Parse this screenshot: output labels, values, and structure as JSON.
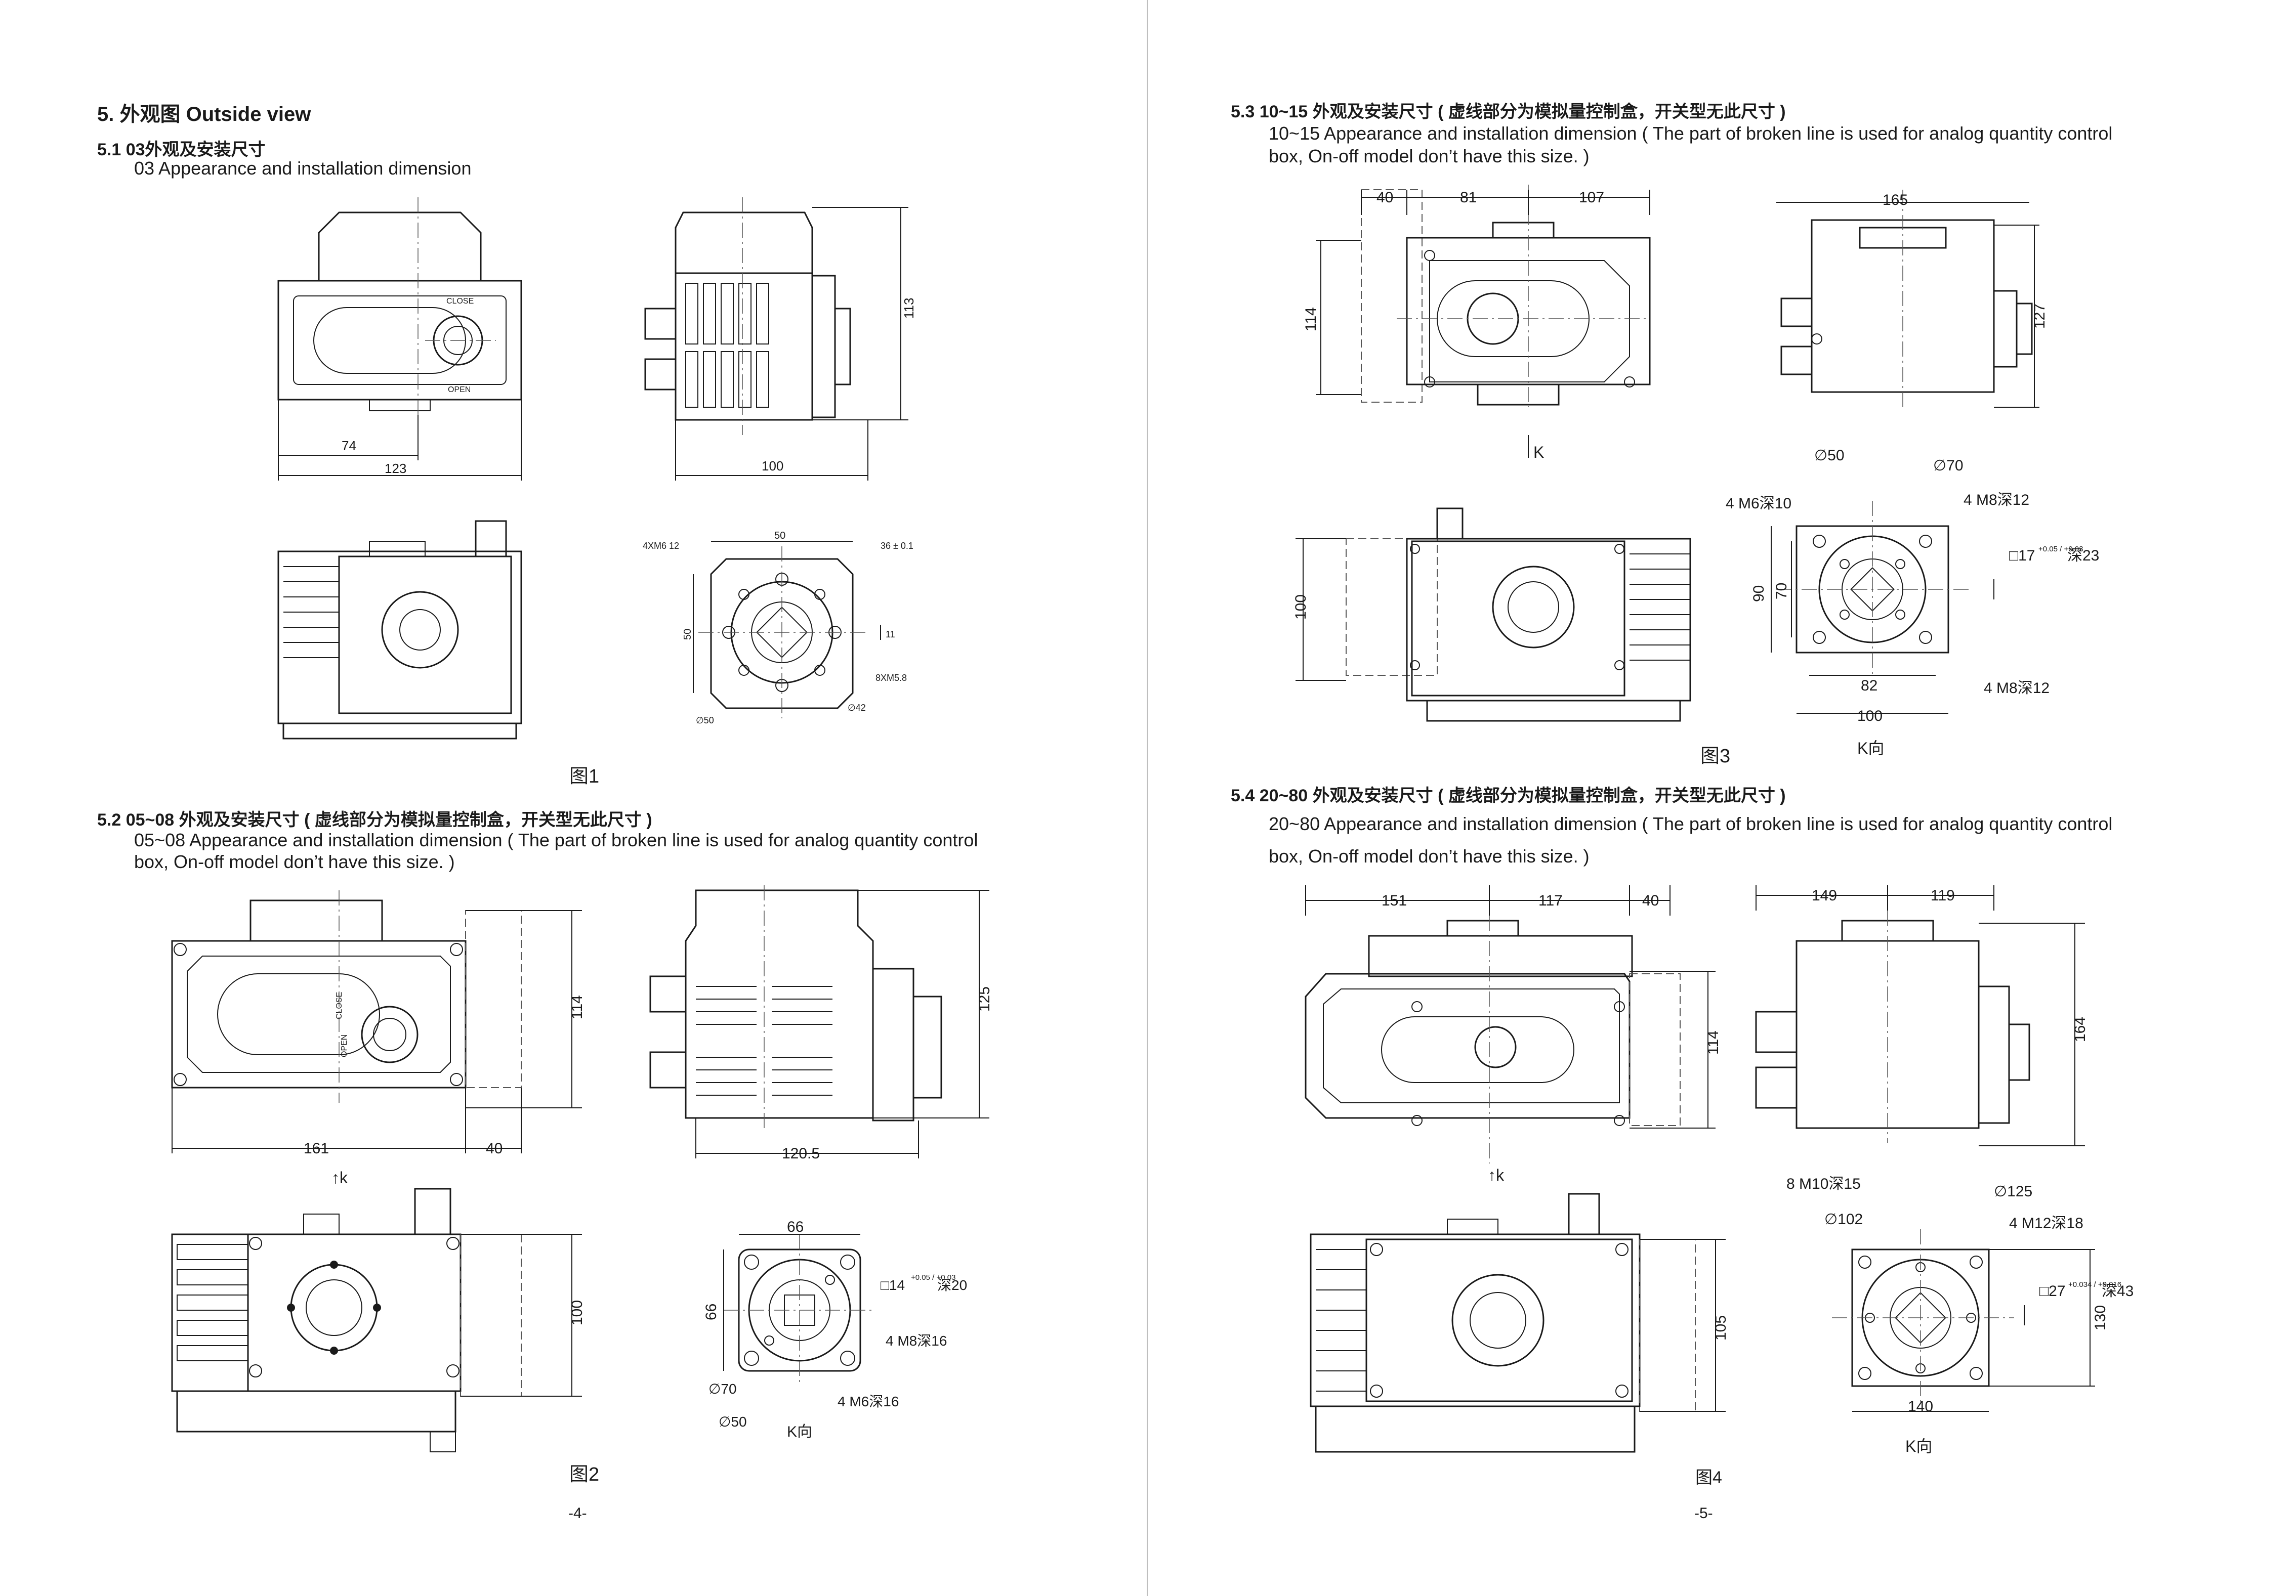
{
  "left_page": {
    "section_title": "5. 外观图 Outside view",
    "s51": {
      "heading": "5.1  03外观及安装尺寸",
      "sub": "03 Appearance and installation dimension",
      "dims": {
        "d74": "74",
        "d123": "123",
        "d100": "100",
        "d113": "113",
        "d50a": "50",
        "d50b": "50",
        "d36": "36 ± 0.1",
        "d4xm6": "4XM6 12",
        "d11": "11",
        "d8xm5": "8XM5.8",
        "d42": "∅42",
        "d50c": "∅50"
      },
      "labels": {
        "close": "CLOSE",
        "open": "OPEN"
      },
      "caption": "图1"
    },
    "s52": {
      "heading": "5.2  05~08 外观及安装尺寸 ( 虚线部分为模拟量控制盒，开关型无此尺寸 )",
      "sub1": "05~08 Appearance and installation dimension ( The part of broken line is used for analog quantity control",
      "sub2": "box, On-off model don’t have this size. )",
      "dims": {
        "d161": "161",
        "d40": "40",
        "d114": "114",
        "d125": "125",
        "d1205": "120.5",
        "d100": "100",
        "d66a": "66",
        "d66b": "66",
        "d14": "□14",
        "d14tol": "+0.05 / +0.03",
        "d14depth": "深20",
        "m8": "4 M8深16",
        "m6": "4 M6深16",
        "p70": "∅70",
        "p50": "∅50",
        "k": "k",
        "kdir": "K向"
      },
      "labels": {
        "close": "CLOSE",
        "open": "OPEN"
      },
      "caption": "图2"
    },
    "page_number": "-4-"
  },
  "right_page": {
    "s53": {
      "heading": "5.3  10~15 外观及安装尺寸 ( 虚线部分为模拟量控制盒，开关型无此尺寸 )",
      "sub1": "10~15 Appearance and installation dimension ( The part of broken line is used for analog quantity control",
      "sub2": "box, On-off model don’t have this size. )",
      "dims": {
        "d40": "40",
        "d81": "81",
        "d107": "107",
        "d114": "114",
        "d165": "165",
        "d127": "127",
        "d100": "100",
        "k": "K",
        "p50": "∅50",
        "p70": "∅70",
        "m6": "4 M6深10",
        "m8a": "4 M8深12",
        "m8b": "4 M8深12",
        "d17": "□17",
        "d17tol": "+0.05 / +0.03",
        "d17depth": "深23",
        "d90": "90",
        "d70": "70",
        "d82": "82",
        "d100b": "100",
        "kdir": "K向"
      },
      "caption": "图3"
    },
    "s54": {
      "heading": "5.4  20~80 外观及安装尺寸 ( 虚线部分为模拟量控制盒，开关型无此尺寸 )",
      "sub1": "20~80 Appearance and installation dimension ( The part of broken line is used for analog quantity control",
      "sub2": "box, On-off model don’t have this size. )",
      "dims": {
        "d151": "151",
        "d117": "117",
        "d40": "40",
        "d114": "114",
        "d149": "149",
        "d119": "119",
        "d164": "164",
        "d105": "105",
        "k": "k",
        "m10": "8 M10深15",
        "p125": "∅125",
        "p102": "∅102",
        "m12": "4 M12深18",
        "d27": "□27",
        "d27tol": "+0.034 / +0.016",
        "d27depth": "深43",
        "d130": "130",
        "d140": "140",
        "kdir": "K向"
      },
      "caption": "图4"
    },
    "page_number": "-5-"
  }
}
